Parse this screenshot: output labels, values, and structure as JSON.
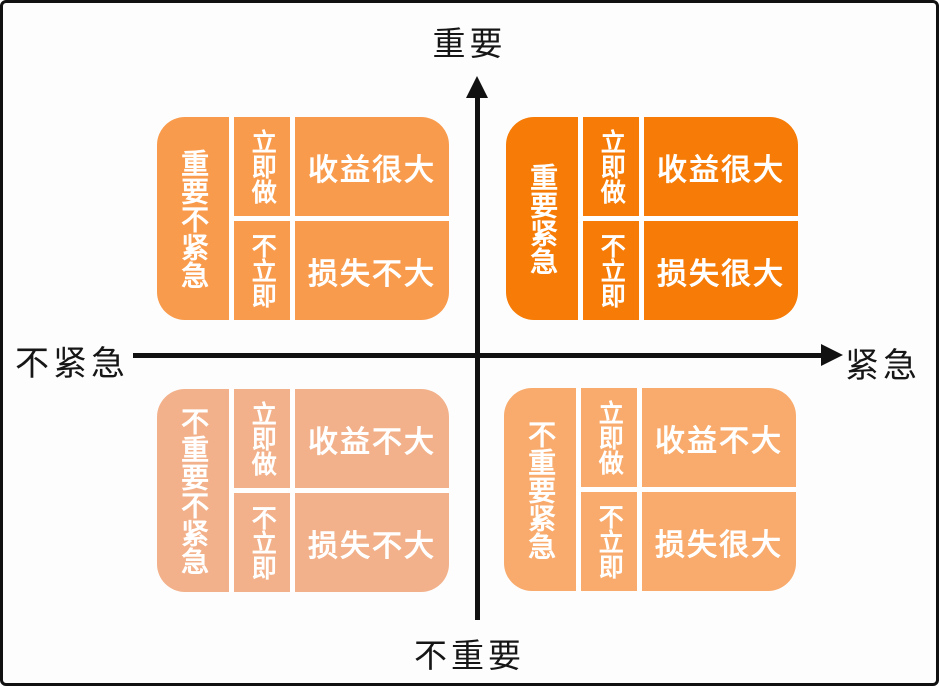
{
  "frame": {
    "background": "#fdfdfd",
    "border_color": "#111111"
  },
  "axes": {
    "top_label": "重要",
    "bottom_label": "不重要",
    "left_label": "不紧急",
    "right_label": "紧急",
    "line_color": "#111111",
    "arrowheads": [
      "up",
      "right"
    ]
  },
  "card_text_color": "#ffffff",
  "quadrants": [
    {
      "position": "top-left",
      "label": "重要不紧急",
      "color": "#f99b4c",
      "rows": [
        {
          "action": "立即做",
          "outcome": "收益很大"
        },
        {
          "action": "不立即",
          "outcome": "损失不大"
        }
      ]
    },
    {
      "position": "top-right",
      "label": "重要紧急",
      "color": "#f67c07",
      "rows": [
        {
          "action": "立即做",
          "outcome": "收益很大"
        },
        {
          "action": "不立即",
          "outcome": "损失很大"
        }
      ]
    },
    {
      "position": "bottom-left",
      "label": "不重要不紧急",
      "color": "#f2b18a",
      "rows": [
        {
          "action": "立即做",
          "outcome": "收益不大"
        },
        {
          "action": "不立即",
          "outcome": "损失不大"
        }
      ]
    },
    {
      "position": "bottom-right",
      "label": "不重要紧急",
      "color": "#f8ab6c",
      "rows": [
        {
          "action": "立即做",
          "outcome": "收益不大"
        },
        {
          "action": "不立即",
          "outcome": "损失很大"
        }
      ]
    }
  ]
}
